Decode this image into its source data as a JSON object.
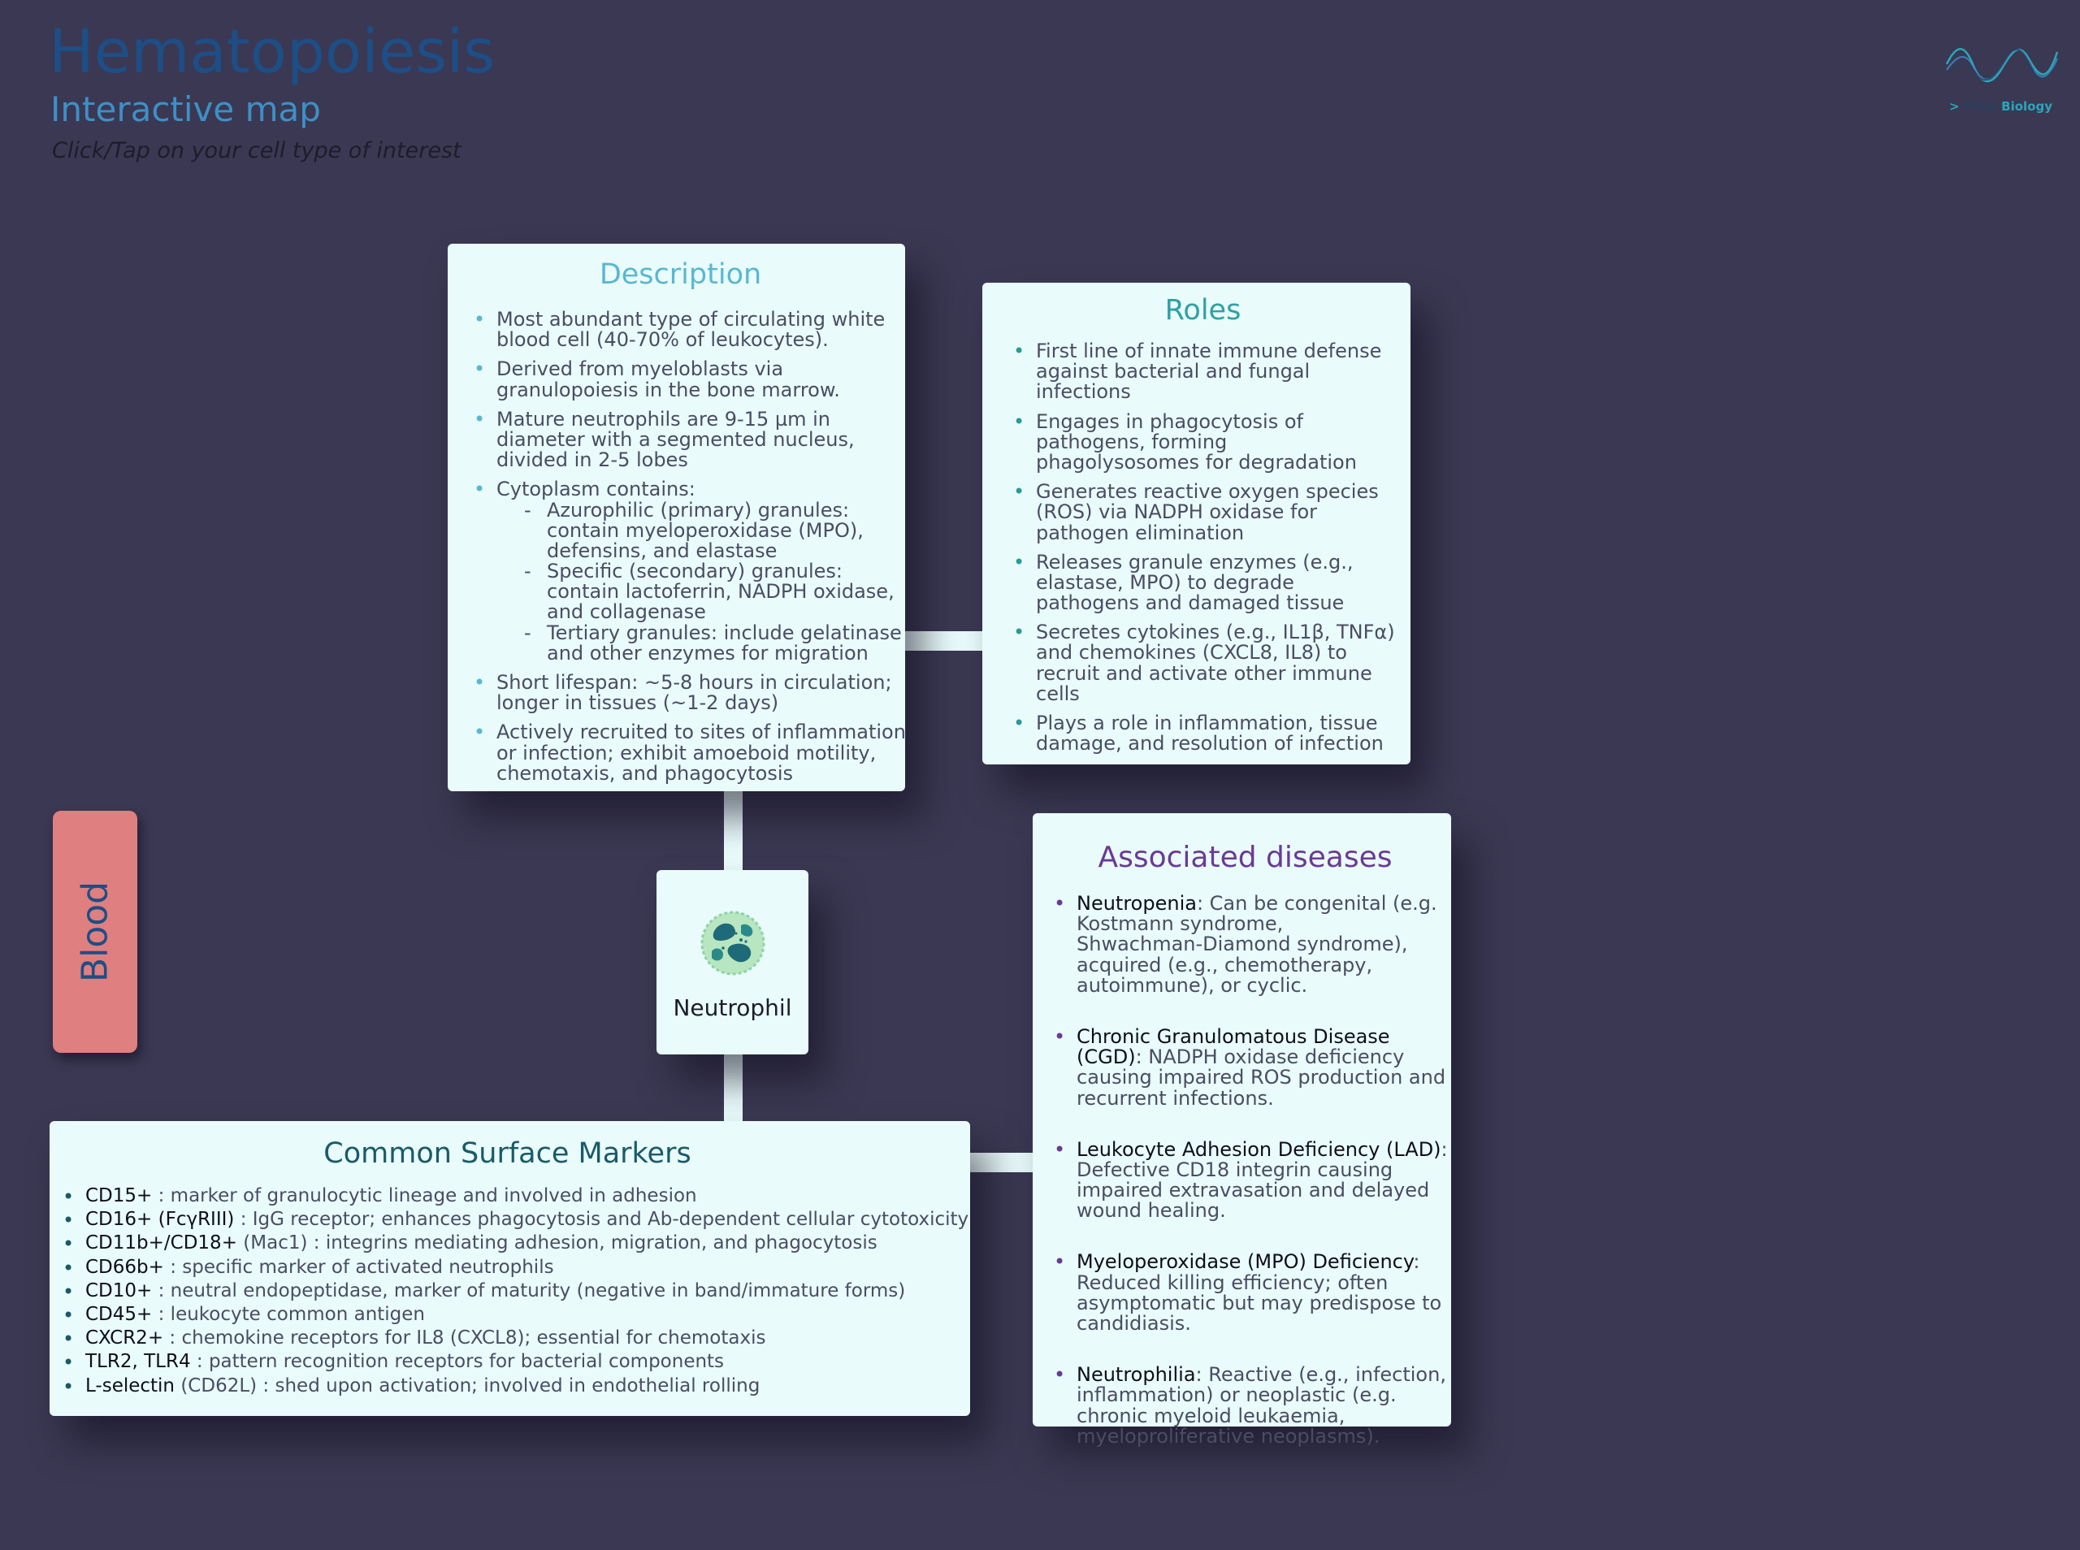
{
  "header": {
    "title": "Hematopoiesis",
    "subtitle": "Interactive map",
    "hint": "Click/Tap on your cell type of interest"
  },
  "logo": {
    "arrow": ">",
    "pixel": "Pixel",
    "biology": "Biology"
  },
  "tab": {
    "label": "Blood"
  },
  "cell": {
    "name": "Neutrophil",
    "icon": "neutrophil-icon"
  },
  "description": {
    "title": "Description",
    "items": [
      [
        "Most abundant type of circulating white",
        "blood cell (40-70% of leukocytes)."
      ],
      [
        "Derived from myeloblasts via",
        "granulopoiesis in the bone marrow."
      ],
      [
        "Mature neutrophils are 9-15 µm in",
        "diameter with a segmented nucleus,",
        "divided in 2-5 lobes"
      ],
      [
        "Cytoplasm contains:"
      ],
      [
        "Short lifespan: ~5-8 hours in circulation;",
        "longer in tissues (~1-2 days)"
      ],
      [
        "Actively recruited to sites of inflammation",
        "or infection; exhibit amoeboid motility,",
        "chemotaxis, and phagocytosis"
      ]
    ],
    "subitems": [
      [
        "Azurophilic (primary) granules:",
        "contain myeloperoxidase (MPO),",
        "defensins, and elastase"
      ],
      [
        "Specific (secondary) granules:",
        "contain lactoferrin, NADPH oxidase,",
        "and collagenase"
      ],
      [
        "Tertiary granules: include gelatinase",
        "and other enzymes for migration"
      ]
    ]
  },
  "roles": {
    "title": "Roles",
    "items": [
      [
        "First line of innate immune defense",
        "against bacterial and fungal",
        "infections"
      ],
      [
        "Engages in phagocytosis of",
        "pathogens, forming",
        "phagolysosomes for degradation"
      ],
      [
        "Generates reactive oxygen species",
        "(ROS) via NADPH oxidase for",
        "pathogen elimination"
      ],
      [
        "Releases granule enzymes (e.g.,",
        "elastase, MPO) to degrade",
        "pathogens and damaged tissue"
      ],
      [
        "Secretes cytokines (e.g., IL1β, TNFα)",
        "and chemokines (CXCL8, IL8) to",
        "recruit and activate other immune",
        "cells"
      ],
      [
        "Plays a role in inflammation, tissue",
        "damage, and resolution of infection"
      ]
    ]
  },
  "diseases": {
    "title": "Associated diseases",
    "items": [
      {
        "term": "Neutropenia",
        "lines": [
          "Neutropenia: Can be congenital (e.g.",
          "Kostmann syndrome,",
          "Shwachman-Diamond syndrome),",
          "acquired (e.g., chemotherapy,",
          "autoimmune), or cyclic."
        ]
      },
      {
        "term": "Chronic Granulomatous Disease (CGD)",
        "lines": [
          "Chronic Granulomatous Disease",
          "(CGD): NADPH oxidase deficiency",
          "causing impaired ROS production and",
          "recurrent infections."
        ]
      },
      {
        "term": "Leukocyte Adhesion Deficiency (LAD)",
        "lines": [
          "Leukocyte Adhesion Deficiency (LAD):",
          "Defective CD18 integrin causing",
          "impaired extravasation and delayed",
          "wound healing."
        ]
      },
      {
        "term": "Myeloperoxidase (MPO) Deficiency",
        "lines": [
          "Myeloperoxidase (MPO) Deficiency:",
          "Reduced killing efficiency; often",
          "asymptomatic but may predispose to",
          "candidiasis."
        ]
      },
      {
        "term": "Neutrophilia",
        "lines": [
          "Neutrophilia: Reactive (e.g., infection,",
          "inflammation) or neoplastic (e.g.",
          "chronic myeloid leukaemia,",
          "myeloproliferative neoplasms)."
        ]
      }
    ]
  },
  "markers": {
    "title": "Common Surface Markers",
    "items": [
      {
        "marker": "CD15+",
        "text": " : marker of granulocytic lineage and involved in adhesion"
      },
      {
        "marker": "CD16+ (FcγRIII)",
        "text": " : IgG receptor; enhances phagocytosis and Ab-dependent cellular cytotoxicity"
      },
      {
        "marker": "CD11b+/CD18+",
        "text": " (Mac1) : integrins mediating adhesion, migration, and phagocytosis"
      },
      {
        "marker": "CD66b+",
        "text": " : specific marker of activated neutrophils"
      },
      {
        "marker": "CD10+",
        "text": " : neutral endopeptidase, marker of maturity (negative in band/immature forms)"
      },
      {
        "marker": "CD45+",
        "text": " : leukocyte common antigen"
      },
      {
        "marker": "CXCR2+",
        "text": " : chemokine receptors for IL8 (CXCL8); essential for chemotaxis"
      },
      {
        "marker": "TLR2, TLR4",
        "text": " : pattern recognition receptors for bacterial components"
      },
      {
        "marker": "L-selectin",
        "text": " (CD62L) : shed upon activation; involved in endothelial rolling"
      }
    ]
  },
  "colors": {
    "background": "#3b3853",
    "card": "#e9fbfb",
    "title": "#1d4e86",
    "subtitle": "#3d90c7",
    "description_accent": "#5ab7d1",
    "roles_accent": "#2fa0a5",
    "diseases_accent": "#6a3a96",
    "markers_accent": "#1b5a68",
    "blood_tab": "#e07f7f"
  }
}
